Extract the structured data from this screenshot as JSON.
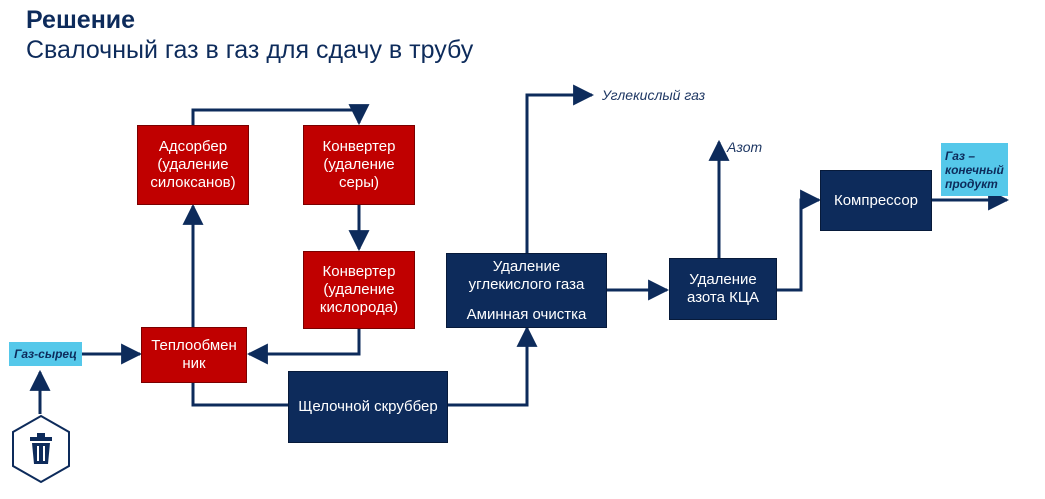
{
  "header": {
    "title": "Решение",
    "subtitle": "Свалочный газ в газ для сдачу в трубу"
  },
  "nodes": {
    "adsorber": "Адсорбер (удаление силоксанов)",
    "converter_sulfur": "Конвертер (удаление серы)",
    "converter_oxygen": "Конвертер (удаление кислорода)",
    "heat_exchanger": "Теплообмен ник",
    "alkaline_scrubber": "Щелочной скруббер",
    "co2_removal_line1": "Удаление углекислого газа",
    "co2_removal_line2": "Аминная очистка",
    "nitrogen_removal": "Удаление азота КЦА",
    "compressor": "Компрессор"
  },
  "inputs": {
    "raw_gas": "Газ-сырец"
  },
  "outputs": {
    "final_gas": "Газ – конечный продукт",
    "co2": "Углекислый газ",
    "nitrogen": "Азот"
  },
  "icons": {
    "source": "trash-icon"
  },
  "colors": {
    "red": "#c00000",
    "navy": "#0d2b5b",
    "cyan": "#55c8ea",
    "line": "#0d2b5b"
  }
}
